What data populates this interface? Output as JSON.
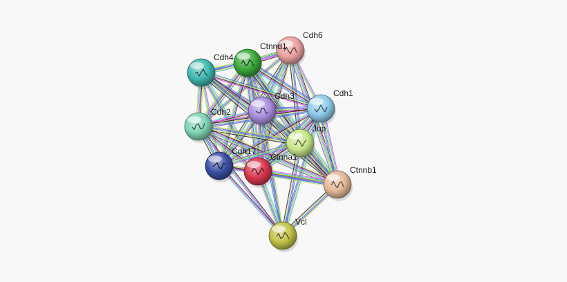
{
  "network": {
    "nodes": [
      {
        "id": "cdh6",
        "label": "Cdh6",
        "color": "#e8a0a0",
        "icon": "structure-cdh6-icon"
      },
      {
        "id": "ctnnd1",
        "label": "Ctnnd1",
        "color": "#3aa83a",
        "icon": "structure-ctnnd1-icon"
      },
      {
        "id": "cdh4",
        "label": "Cdh4",
        "color": "#3fb6ae",
        "icon": "structure-cdh4-icon"
      },
      {
        "id": "cdh3",
        "label": "Cdh3",
        "color": "#a98ee0",
        "icon": "structure-cdh3-icon"
      },
      {
        "id": "cdh1",
        "label": "Cdh1",
        "color": "#8ec9ea",
        "icon": "structure-cdh1-icon"
      },
      {
        "id": "cdh2",
        "label": "Cdh2",
        "color": "#7fd3b4",
        "icon": "structure-cdh2-icon"
      },
      {
        "id": "jup",
        "label": "Jup",
        "color": "#c8e78a",
        "icon": "structure-jup-icon"
      },
      {
        "id": "cdh17",
        "label": "Cdh17",
        "color": "#3a4fa3",
        "icon": "structure-cdh17-icon"
      },
      {
        "id": "ctnna1",
        "label": "Ctnna1",
        "color": "#d8364f",
        "icon": "structure-ctnna1-icon"
      },
      {
        "id": "ctnnb1",
        "label": "Ctnnb1",
        "color": "#e3b998",
        "icon": "structure-ctnnb1-icon"
      },
      {
        "id": "vcl",
        "label": "Vcl",
        "color": "#c2c24a",
        "icon": "structure-vcl-icon"
      }
    ],
    "edge_colors": [
      "#222222",
      "#e040e0",
      "#29c4d0",
      "#b5d93a",
      "#6a5ad6",
      "#3a7fd8",
      "#d4d46a"
    ],
    "edges": [
      {
        "a": "cdh6",
        "b": "ctnnd1",
        "n": 5
      },
      {
        "a": "cdh6",
        "b": "cdh4",
        "n": 3
      },
      {
        "a": "cdh6",
        "b": "cdh3",
        "n": 4
      },
      {
        "a": "cdh6",
        "b": "cdh2",
        "n": 4
      },
      {
        "a": "cdh6",
        "b": "jup",
        "n": 4
      },
      {
        "a": "cdh6",
        "b": "cdh17",
        "n": 3
      },
      {
        "a": "cdh6",
        "b": "ctnna1",
        "n": 5
      },
      {
        "a": "cdh6",
        "b": "ctnnb1",
        "n": 5
      },
      {
        "a": "cdh6",
        "b": "cdh1",
        "n": 3
      },
      {
        "a": "ctnnd1",
        "b": "cdh4",
        "n": 5
      },
      {
        "a": "ctnnd1",
        "b": "cdh3",
        "n": 6
      },
      {
        "a": "ctnnd1",
        "b": "cdh1",
        "n": 6
      },
      {
        "a": "ctnnd1",
        "b": "cdh2",
        "n": 6
      },
      {
        "a": "ctnnd1",
        "b": "jup",
        "n": 6
      },
      {
        "a": "ctnnd1",
        "b": "cdh17",
        "n": 4
      },
      {
        "a": "ctnnd1",
        "b": "ctnna1",
        "n": 6
      },
      {
        "a": "ctnnd1",
        "b": "ctnnb1",
        "n": 6
      },
      {
        "a": "ctnnd1",
        "b": "vcl",
        "n": 3
      },
      {
        "a": "cdh4",
        "b": "cdh3",
        "n": 4
      },
      {
        "a": "cdh4",
        "b": "cdh1",
        "n": 4
      },
      {
        "a": "cdh4",
        "b": "cdh2",
        "n": 5
      },
      {
        "a": "cdh4",
        "b": "jup",
        "n": 5
      },
      {
        "a": "cdh4",
        "b": "cdh17",
        "n": 3
      },
      {
        "a": "cdh4",
        "b": "ctnna1",
        "n": 5
      },
      {
        "a": "cdh4",
        "b": "ctnnb1",
        "n": 5
      },
      {
        "a": "cdh3",
        "b": "cdh1",
        "n": 5
      },
      {
        "a": "cdh3",
        "b": "cdh2",
        "n": 5
      },
      {
        "a": "cdh3",
        "b": "jup",
        "n": 6
      },
      {
        "a": "cdh3",
        "b": "cdh17",
        "n": 4
      },
      {
        "a": "cdh3",
        "b": "ctnna1",
        "n": 6
      },
      {
        "a": "cdh3",
        "b": "ctnnb1",
        "n": 6
      },
      {
        "a": "cdh3",
        "b": "vcl",
        "n": 3
      },
      {
        "a": "cdh1",
        "b": "cdh2",
        "n": 5
      },
      {
        "a": "cdh1",
        "b": "jup",
        "n": 6
      },
      {
        "a": "cdh1",
        "b": "cdh17",
        "n": 4
      },
      {
        "a": "cdh1",
        "b": "ctnna1",
        "n": 6
      },
      {
        "a": "cdh1",
        "b": "ctnnb1",
        "n": 6
      },
      {
        "a": "cdh1",
        "b": "vcl",
        "n": 4
      },
      {
        "a": "cdh2",
        "b": "jup",
        "n": 5
      },
      {
        "a": "cdh2",
        "b": "cdh17",
        "n": 4
      },
      {
        "a": "cdh2",
        "b": "ctnna1",
        "n": 6
      },
      {
        "a": "cdh2",
        "b": "ctnnb1",
        "n": 6
      },
      {
        "a": "cdh2",
        "b": "vcl",
        "n": 3
      },
      {
        "a": "jup",
        "b": "cdh17",
        "n": 4
      },
      {
        "a": "jup",
        "b": "ctnna1",
        "n": 6
      },
      {
        "a": "jup",
        "b": "ctnnb1",
        "n": 6
      },
      {
        "a": "jup",
        "b": "vcl",
        "n": 4
      },
      {
        "a": "cdh17",
        "b": "ctnna1",
        "n": 4
      },
      {
        "a": "cdh17",
        "b": "ctnnb1",
        "n": 4
      },
      {
        "a": "cdh17",
        "b": "vcl",
        "n": 3
      },
      {
        "a": "ctnna1",
        "b": "ctnnb1",
        "n": 6
      },
      {
        "a": "ctnna1",
        "b": "vcl",
        "n": 5
      },
      {
        "a": "ctnnb1",
        "b": "vcl",
        "n": 5
      }
    ]
  }
}
